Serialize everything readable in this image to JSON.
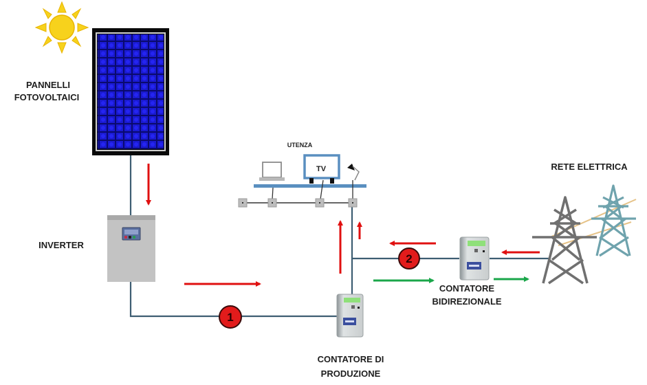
{
  "labels": {
    "panels": [
      "PANNELLI",
      "FOTOVOLTAICI"
    ],
    "inverter": "INVERTER",
    "utenza": "UTENZA",
    "tv": "TV",
    "grid": "RETE ELETTRICA",
    "bidirectional_meter": [
      "CONTATORE",
      "BIDIREZIONALE"
    ],
    "production_meter": [
      "CONTATORE DI",
      "PRODUZIONE"
    ]
  },
  "markers": {
    "one": "1",
    "two": "2"
  },
  "colors": {
    "wire": "#3d5d72",
    "flow_red": "#e01010",
    "flow_green": "#1aa64a",
    "marker_fill": "#e21b1b",
    "sun": "#f7d21c",
    "panel_blue": "#1414c8",
    "tower_gray": "#6f6f6f",
    "tower_teal": "#6fa3ad"
  }
}
